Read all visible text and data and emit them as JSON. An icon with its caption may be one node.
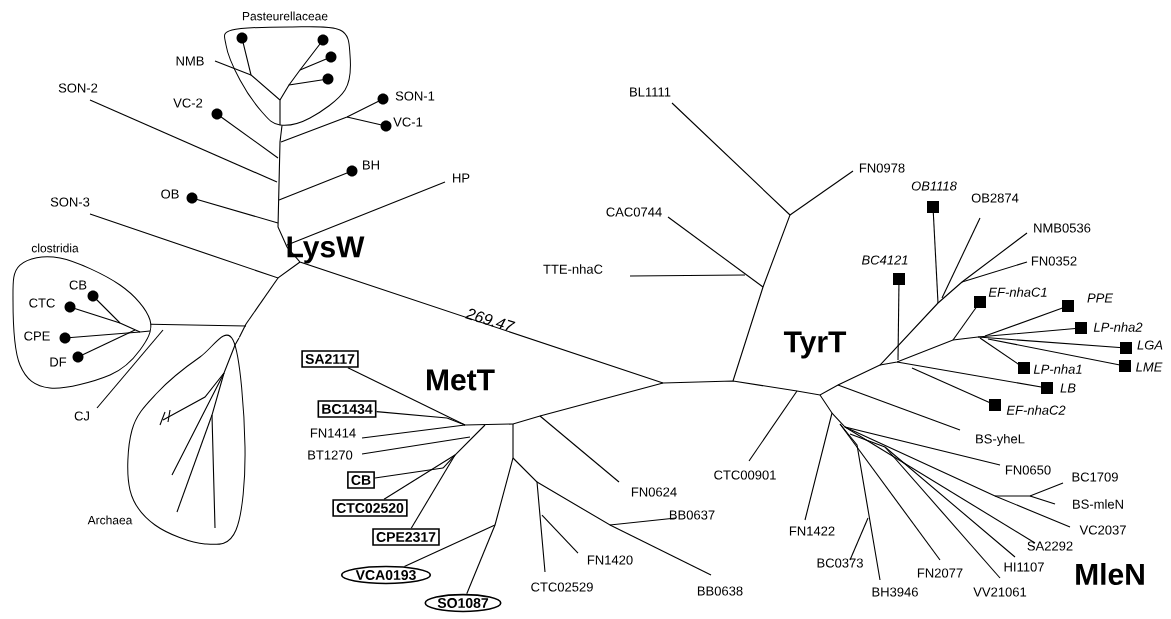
{
  "diagram": {
    "nodes": [
      {
        "text": [
          "Pasteurellaceae"
        ]
      },
      {
        "text": [
          "clostridia"
        ]
      },
      {
        "text": [
          "Archaea"
        ]
      },
      {
        "text": [
          "SA2117"
        ]
      },
      {
        "text": [
          "BC1434"
        ]
      },
      {
        "text": [
          "CB"
        ]
      },
      {
        "text": [
          "CTC02520"
        ]
      },
      {
        "text": [
          "CPE2317"
        ]
      },
      {
        "text": [
          "VCA0193"
        ]
      },
      {
        "text": [
          "SO1087"
        ]
      }
    ],
    "edges": [
      {
        "from": null,
        "to": 0,
        "arrow": "none"
      },
      {
        "from": null,
        "to": 1,
        "arrow": "none"
      },
      {
        "from": null,
        "to": 2,
        "arrow": "none"
      },
      {
        "from": null,
        "to": 3,
        "arrow": "none"
      },
      {
        "from": null,
        "to": 4,
        "arrow": "none"
      },
      {
        "from": null,
        "to": 5,
        "arrow": "none"
      },
      {
        "from": null,
        "to": 6,
        "arrow": "none"
      },
      {
        "from": null,
        "to": 7,
        "arrow": "none"
      },
      {
        "from": null,
        "to": 8,
        "arrow": "none"
      },
      {
        "from": null,
        "to": 9,
        "arrow": "none"
      }
    ],
    "labels": [
      "NMB",
      "SON-2",
      "VC-2",
      "SON-1",
      "VC-1",
      "BH",
      "HP",
      "OB",
      "SON-3",
      "LysW",
      "CB",
      "CTC",
      "CPE",
      "DF",
      "CJ",
      "269.47",
      "BL1111",
      "FN0978",
      "CAC0744",
      "TTE-nhaC",
      "OB1118",
      "OB2874",
      "NMB0536",
      "BC4121",
      "FN0352",
      "EF-nhaC1",
      "PPE",
      "LP-nha2",
      "TyrT",
      "LGA",
      "LP-nha1",
      "LME",
      "LB",
      "EF-nhaC2",
      "MetT",
      "FN1414",
      "BT1270",
      "BS-yheL",
      "CTC00901",
      "FN0624",
      "BB0637",
      "FN0650",
      "BC1709",
      "BS-mleN",
      "FN1420",
      "FN1422",
      "VC2037",
      "BC0373",
      "SA2292",
      "FN2077",
      "BB0638",
      "CTC02529",
      "HI1107",
      "MleN",
      "BH3946",
      "VV21061"
    ]
  }
}
